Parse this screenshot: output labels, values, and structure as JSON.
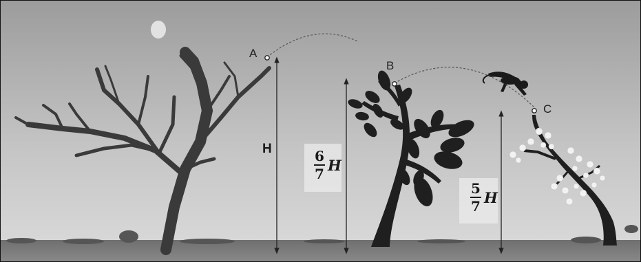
{
  "points": {
    "a": "A",
    "b": "B",
    "c": "C"
  },
  "heights": {
    "tree_a": {
      "label": "H"
    },
    "tree_b": {
      "numerator": "6",
      "denominator": "7",
      "variable": "H"
    },
    "tree_c": {
      "numerator": "5",
      "denominator": "7",
      "variable": "H"
    }
  }
}
